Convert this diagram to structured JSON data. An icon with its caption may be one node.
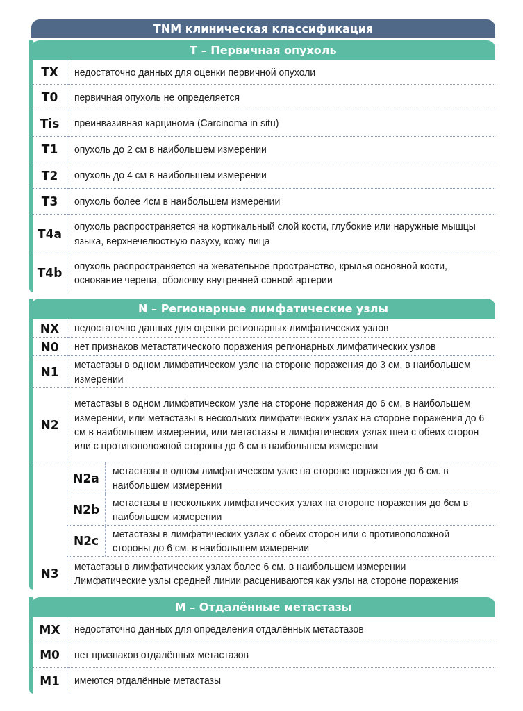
{
  "diagram": {
    "title": "TNM клиническая классификация",
    "nodes": [
      {
        "text": [
          "T – Первичная опухоль",
          "TX",
          "недостаточно данных для оценки первичной опухоли",
          "T0",
          "первичная опухоль не определяется",
          "Tis",
          "преинвазивная карцинома (Carcinoma in situ)",
          "T1",
          "опухоль до 2 см в наибольшем измерении",
          "T2",
          "опухоль до 4 см в наибольшем измерении",
          "T3",
          "опухоль более 4см в наибольшем измерении",
          "T4a",
          "опухоль распространяется на кортикальный слой кости, глубокие или наружные мышцы языка, верхнечелюстную пазуху, кожу лица",
          "T4b",
          "опухоль распространяется на жевательное пространство, крылья основной кости, основание черепа, оболочку внутренней сонной артерии"
        ]
      },
      {
        "text": [
          "N – Регионарные лимфатические узлы",
          "NX",
          "недостаточно данных для оценки регионарных лимфатических узлов",
          "N0",
          "нет признаков метастатического поражения регионарных лимфатических узлов",
          "N1",
          "метастазы в одном лимфатическом узле на стороне поражения до 3 см. в наибольшем измерении",
          "N2",
          "метастазы в одном лимфатическом узле на стороне поражения до 6 см. в наибольшем измерении, или метастазы в нескольких лимфатических узлах на стороне поражения до 6 см в наибольшем измерении, или метастазы в лимфатических узлах шеи с обеих сторон или с противоположной стороны до 6 см в наибольшем измерении",
          "N2a",
          "метастазы в одном лимфатическом узле на стороне поражения до 6 см. в наибольшем измерении",
          "N2b",
          "метастазы в нескольких лимфатических узлах на стороне поражения до 6см в наибольшем измерении",
          "N2c",
          "метастазы в лимфатических узлах с обеих сторон или с противоположной стороны до 6 см. в наибольшем измерении",
          "N3",
          "метастазы в лимфатических узлах более 6 см. в наибольшем измерении",
          "Лимфатические узлы средней линии расцениваются как узлы на стороне поражения"
        ]
      },
      {
        "text": [
          "M – Отдалённые метастазы",
          "MX",
          "недостаточно данных для определения отдалённых метастазов",
          "M0",
          "нет признаков отдалённых метастазов",
          "M1",
          "имеются отдалённые метастазы"
        ]
      }
    ]
  }
}
